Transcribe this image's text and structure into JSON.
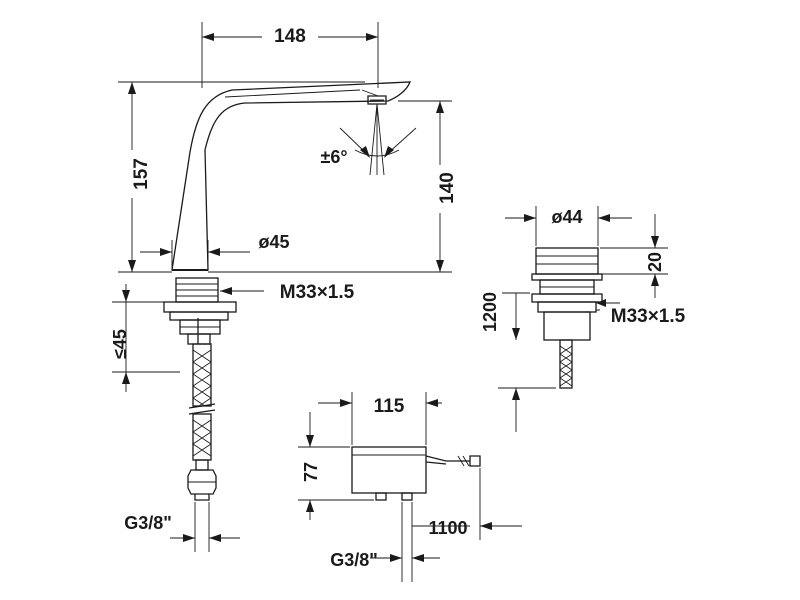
{
  "dimensions": {
    "spout_reach": "148",
    "total_height": "157",
    "spout_height": "140",
    "spray_angle": "±6°",
    "base_diameter": "ø45",
    "thread_main": "M33×1.5",
    "min_clamp": "≤45",
    "connection_main": "G3/8\"",
    "sensor_diameter": "ø44",
    "sensor_height": "20",
    "sensor_cable": "1200",
    "thread_sensor": "M33×1.5",
    "box_width": "115",
    "box_height": "77",
    "box_cable": "1100",
    "connection_box": "G3/8\""
  }
}
